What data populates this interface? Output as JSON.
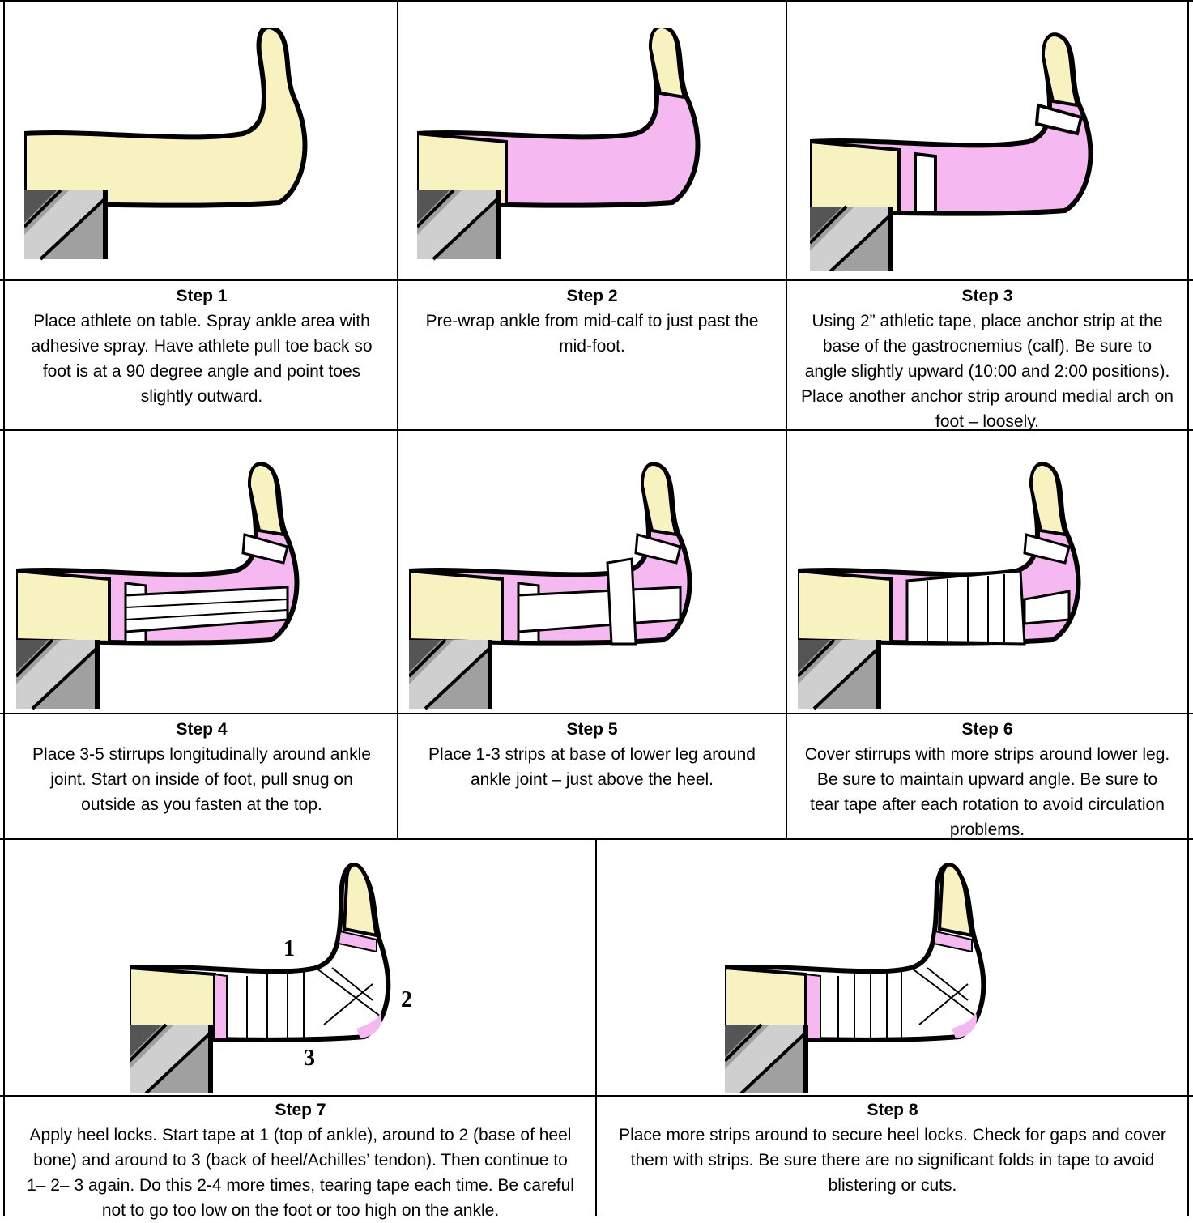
{
  "steps": [
    {
      "title": "Step 1",
      "text": "Place athlete on table.  Spray ankle area with adhesive spray. Have athlete pull toe back so foot is at a 90 degree angle and point toes slightly outward."
    },
    {
      "title": "Step 2",
      "text": "Pre-wrap ankle from mid-calf to just past the mid-foot."
    },
    {
      "title": "Step 3",
      "text": "Using 2” athletic tape, place anchor strip at the base of the gastrocnemius (calf).  Be sure to angle slightly upward (10:00 and 2:00 positions). Place another anchor strip around medial arch on foot – loosely."
    },
    {
      "title": "Step 4",
      "text": "Place 3-5 stirrups longitudinally around ankle joint.  Start on inside of foot, pull snug on outside as you fasten at the top."
    },
    {
      "title": "Step 5",
      "text": "Place 1-3 strips at base of lower leg around ankle joint – just above the heel."
    },
    {
      "title": "Step 6",
      "text": "Cover stirrups with more strips around lower leg.  Be sure to maintain upward angle. Be sure to tear tape after each rotation to avoid circulation problems."
    },
    {
      "title": "Step 7",
      "text": "Apply heel locks.  Start tape at 1 (top of ankle), around to 2 (base of heel bone) and around to 3 (back of heel/Achilles’ tendon). Then continue to 1– 2– 3 again.  Do this 2-4 more times, tearing tape each time.  Be careful not to go too low on the foot or too high on the ankle."
    },
    {
      "title": "Step 8",
      "text": "Place more strips around to secure heel locks. Check for gaps and cover them with strips.  Be sure there are no significant folds in tape to avoid blistering or cuts."
    }
  ],
  "heel_lock_labels": [
    "1",
    "2",
    "3"
  ],
  "colors": {
    "skin": "#f8f2c0",
    "prewrap": "#f5b8f0",
    "tape": "#ffffff",
    "outline": "#000000",
    "table_dark": "#555555",
    "table_mid": "#a0a0a0",
    "table_light": "#cfcfcf"
  }
}
